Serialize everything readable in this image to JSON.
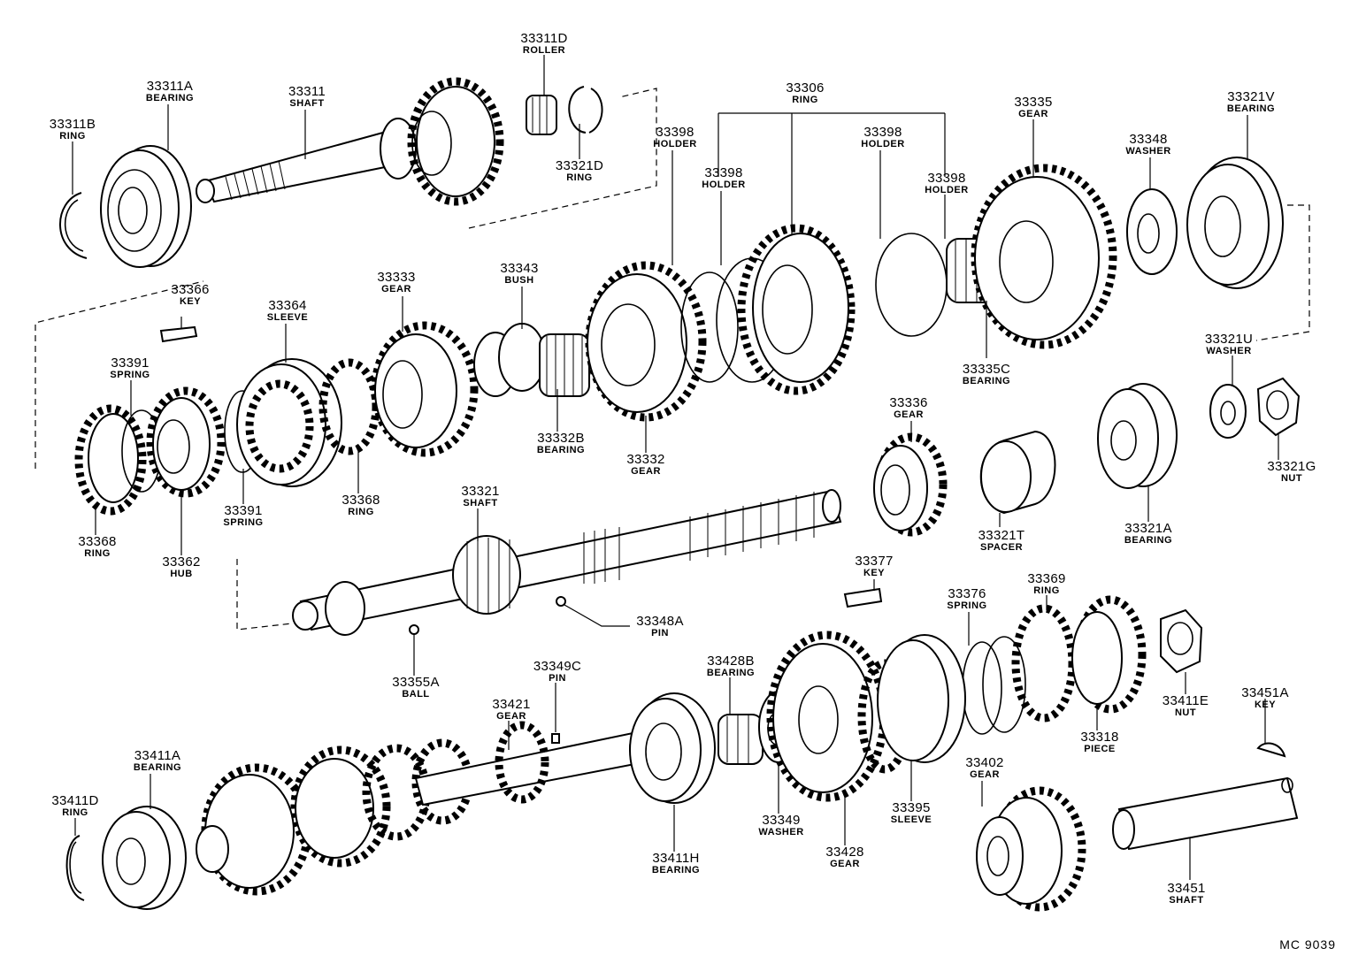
{
  "diagram_code": "MC 9039",
  "parts": [
    {
      "id": "p1",
      "number": "33311D",
      "name": "ROLLER"
    },
    {
      "id": "p2",
      "number": "33311A",
      "name": "BEARING"
    },
    {
      "id": "p3",
      "number": "33311",
      "name": "SHAFT"
    },
    {
      "id": "p4",
      "number": "33311B",
      "name": "RING"
    },
    {
      "id": "p5",
      "number": "33321D",
      "name": "RING"
    },
    {
      "id": "p6",
      "number": "33306",
      "name": "RING"
    },
    {
      "id": "p7",
      "number": "33335",
      "name": "GEAR"
    },
    {
      "id": "p8",
      "number": "33321V",
      "name": "BEARING"
    },
    {
      "id": "p9",
      "number": "33398",
      "name": "HOLDER"
    },
    {
      "id": "p10",
      "number": "33398",
      "name": "HOLDER"
    },
    {
      "id": "p11",
      "number": "33398",
      "name": "HOLDER"
    },
    {
      "id": "p12",
      "number": "33398",
      "name": "HOLDER"
    },
    {
      "id": "p13",
      "number": "33348",
      "name": "WASHER"
    },
    {
      "id": "p14",
      "number": "33366",
      "name": "KEY"
    },
    {
      "id": "p15",
      "number": "33333",
      "name": "GEAR"
    },
    {
      "id": "p16",
      "number": "33343",
      "name": "BUSH"
    },
    {
      "id": "p17",
      "number": "33364",
      "name": "SLEEVE"
    },
    {
      "id": "p18",
      "number": "33391",
      "name": "SPRING"
    },
    {
      "id": "p19",
      "number": "33321U",
      "name": "WASHER"
    },
    {
      "id": "p20",
      "number": "33335C",
      "name": "BEARING"
    },
    {
      "id": "p21",
      "number": "33336",
      "name": "GEAR"
    },
    {
      "id": "p22",
      "number": "33332B",
      "name": "BEARING"
    },
    {
      "id": "p23",
      "number": "33332",
      "name": "GEAR"
    },
    {
      "id": "p24",
      "number": "33321G",
      "name": "NUT"
    },
    {
      "id": "p25",
      "number": "33391",
      "name": "SPRING"
    },
    {
      "id": "p26",
      "number": "33368",
      "name": "RING"
    },
    {
      "id": "p27",
      "number": "33321",
      "name": "SHAFT"
    },
    {
      "id": "p28",
      "number": "33368",
      "name": "RING"
    },
    {
      "id": "p29",
      "number": "33362",
      "name": "HUB"
    },
    {
      "id": "p30",
      "number": "33321T",
      "name": "SPACER"
    },
    {
      "id": "p31",
      "number": "33321A",
      "name": "BEARING"
    },
    {
      "id": "p32",
      "number": "33377",
      "name": "KEY"
    },
    {
      "id": "p33",
      "number": "33376",
      "name": "SPRING"
    },
    {
      "id": "p34",
      "number": "33369",
      "name": "RING"
    },
    {
      "id": "p35",
      "number": "33348A",
      "name": "PIN"
    },
    {
      "id": "p36",
      "number": "33355A",
      "name": "BALL"
    },
    {
      "id": "p37",
      "number": "33349C",
      "name": "PIN"
    },
    {
      "id": "p38",
      "number": "33428B",
      "name": "BEARING"
    },
    {
      "id": "p39",
      "number": "33421",
      "name": "GEAR"
    },
    {
      "id": "p40",
      "number": "33411E",
      "name": "NUT"
    },
    {
      "id": "p41",
      "number": "33451A",
      "name": "KEY"
    },
    {
      "id": "p42",
      "number": "33318",
      "name": "PIECE"
    },
    {
      "id": "p43",
      "number": "33411A",
      "name": "BEARING"
    },
    {
      "id": "p44",
      "number": "33402",
      "name": "GEAR"
    },
    {
      "id": "p45",
      "number": "33411D",
      "name": "RING"
    },
    {
      "id": "p46",
      "number": "33349",
      "name": "WASHER"
    },
    {
      "id": "p47",
      "number": "33395",
      "name": "SLEEVE"
    },
    {
      "id": "p48",
      "number": "33428",
      "name": "GEAR"
    },
    {
      "id": "p49",
      "number": "33411H",
      "name": "BEARING"
    },
    {
      "id": "p50",
      "number": "33451",
      "name": "SHAFT"
    }
  ]
}
